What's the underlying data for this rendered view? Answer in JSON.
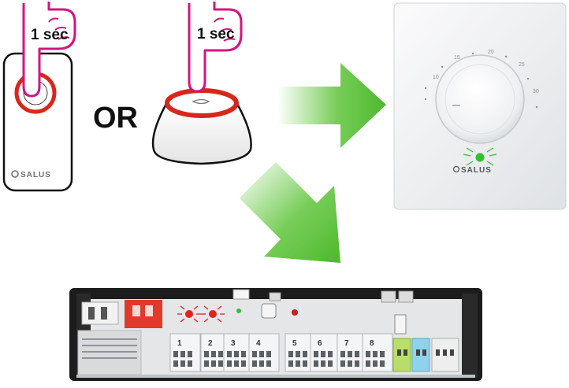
{
  "press_duration_left": "1 sec",
  "press_duration_right": "1 sec",
  "or_label": "OR",
  "brand_remote": "SALUS",
  "brand_thermostat": "SALUS",
  "dial_scale_marks": [
    "10",
    "15",
    "20",
    "25",
    "30"
  ],
  "zone_labels": [
    "1",
    "2",
    "3",
    "4",
    "5",
    "6",
    "7",
    "8"
  ],
  "colors": {
    "hand_outline": "#d4147f",
    "button_ring": "#d9261c",
    "arrow_green": "#5fc43a",
    "led_green": "#2fc12f",
    "led_red": "#e2231a",
    "panel_red": "#e03a2c"
  }
}
